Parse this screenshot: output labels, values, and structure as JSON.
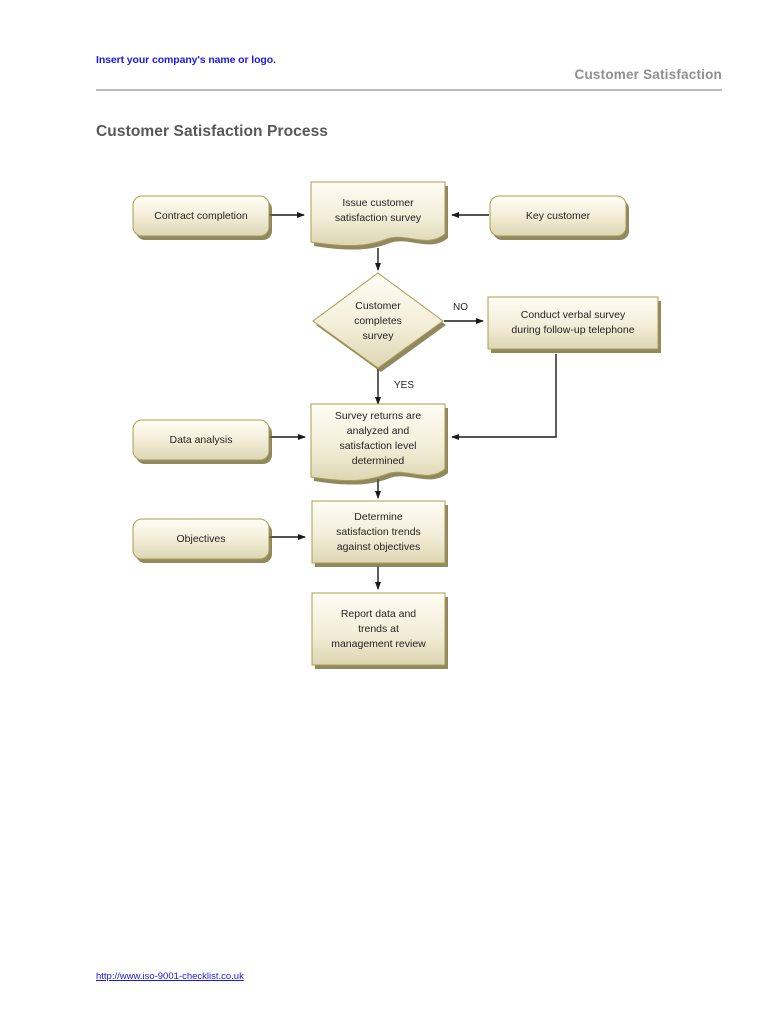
{
  "header": {
    "company_placeholder": "Insert your company's name or logo.",
    "document_title": "Customer Satisfaction"
  },
  "page": {
    "title": "Customer Satisfaction Process"
  },
  "footer": {
    "url": "http://www.iso-9001-checklist.co.uk"
  },
  "colors": {
    "node_fill_light": "#fdfbf1",
    "node_fill_dark": "#e3ddbe",
    "node_border": "#a99d53",
    "node_shadow": "#6b6028",
    "connector": "#1a1a1a",
    "header_rule": "#b9b9b9",
    "title_text": "#58585a",
    "link_text": "#1a1ae6"
  },
  "flowchart": {
    "nodes": [
      {
        "id": "contract-completion",
        "label": "Contract completion",
        "shape": "rounded-rect"
      },
      {
        "id": "issue-survey",
        "label": "Issue customer\nsatisfaction survey",
        "shape": "document"
      },
      {
        "id": "key-customer",
        "label": "Key customer",
        "shape": "rounded-rect"
      },
      {
        "id": "customer-completes-survey",
        "label": "Customer\ncompletes\nsurvey",
        "shape": "diamond"
      },
      {
        "id": "conduct-verbal-survey",
        "label": "Conduct verbal survey\nduring follow-up telephone",
        "shape": "rect"
      },
      {
        "id": "data-analysis",
        "label": "Data analysis",
        "shape": "rounded-rect"
      },
      {
        "id": "survey-returns-analyzed",
        "label": "Survey returns are\nanalyzed and\nsatisfaction level\ndetermined",
        "shape": "document"
      },
      {
        "id": "objectives",
        "label": "Objectives",
        "shape": "rounded-rect"
      },
      {
        "id": "determine-trends",
        "label": "Determine\nsatisfaction trends\nagainst objectives",
        "shape": "rect"
      },
      {
        "id": "report-data",
        "label": "Report data and\ntrends at\nmanagement review",
        "shape": "rect"
      }
    ],
    "edges": [
      {
        "id": "edge-contract-to-issue",
        "from": "contract-completion",
        "to": "issue-survey",
        "label": ""
      },
      {
        "id": "edge-key-to-issue",
        "from": "key-customer",
        "to": "issue-survey",
        "label": ""
      },
      {
        "id": "edge-issue-to-decision",
        "from": "issue-survey",
        "to": "customer-completes-survey",
        "label": ""
      },
      {
        "id": "edge-decision-no",
        "from": "customer-completes-survey",
        "to": "conduct-verbal-survey",
        "label": "NO"
      },
      {
        "id": "edge-decision-yes",
        "from": "customer-completes-survey",
        "to": "survey-returns-analyzed",
        "label": "YES"
      },
      {
        "id": "edge-verbal-to-analysis",
        "from": "conduct-verbal-survey",
        "to": "survey-returns-analyzed",
        "label": ""
      },
      {
        "id": "edge-data-to-analysis",
        "from": "data-analysis",
        "to": "survey-returns-analyzed",
        "label": ""
      },
      {
        "id": "edge-analysis-to-trends",
        "from": "survey-returns-analyzed",
        "to": "determine-trends",
        "label": ""
      },
      {
        "id": "edge-objectives-to-trends",
        "from": "objectives",
        "to": "determine-trends",
        "label": ""
      },
      {
        "id": "edge-trends-to-report",
        "from": "determine-trends",
        "to": "report-data",
        "label": ""
      }
    ]
  }
}
